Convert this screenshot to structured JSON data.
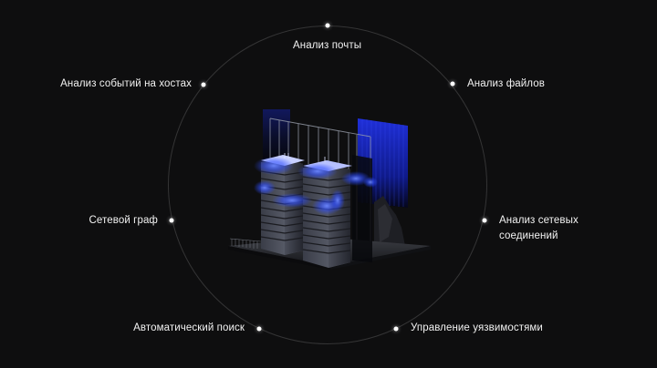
{
  "diagram": {
    "center_illustration": "data-center-servers-illustration",
    "features": [
      {
        "id": "mail",
        "label": "Анализ почты"
      },
      {
        "id": "files",
        "label": "Анализ файлов"
      },
      {
        "id": "network",
        "label": "Анализ сетевых соединений",
        "lines": [
          "Анализ сетевых",
          "соединений"
        ]
      },
      {
        "id": "vuln",
        "label": "Управление уязвимостями"
      },
      {
        "id": "search",
        "label": "Автоматический поиск"
      },
      {
        "id": "graph",
        "label": "Сетевой граф"
      },
      {
        "id": "hosts",
        "label": "Анализ событий на хостах"
      }
    ],
    "colors": {
      "background": "#0e0e0f",
      "orbit": "#3a3a3a",
      "text": "#f2f2f2",
      "accent_glow": "#2f4dff"
    }
  }
}
